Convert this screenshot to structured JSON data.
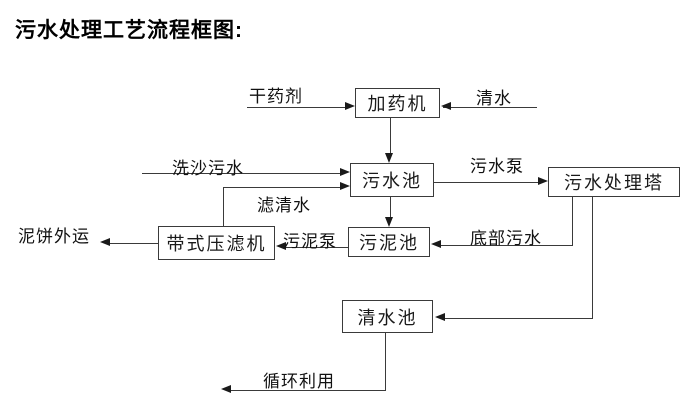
{
  "title": "污水处理工艺流程框图:",
  "colors": {
    "background": "#ffffff",
    "line": "#3a3a3a",
    "text": "#1a1a1a"
  },
  "nodes": [
    {
      "id": "dosing-machine",
      "label": "加药机"
    },
    {
      "id": "sewage-pool",
      "label": "污水池"
    },
    {
      "id": "sewage-treatment-tower",
      "label": "污水处理塔"
    },
    {
      "id": "belt-filter-press",
      "label": "带式压滤机"
    },
    {
      "id": "sludge-pool",
      "label": "污泥池"
    },
    {
      "id": "clean-water-pool",
      "label": "清水池"
    }
  ],
  "edge_labels": [
    {
      "id": "dry-chemical",
      "text": "干药剂"
    },
    {
      "id": "clean-water",
      "text": "清水"
    },
    {
      "id": "sand-washing-sewage",
      "text": "洗沙污水"
    },
    {
      "id": "filtered-water",
      "text": "滤清水"
    },
    {
      "id": "sewage-pump",
      "text": "污水泵"
    },
    {
      "id": "sludge-pump",
      "text": "污泥泵"
    },
    {
      "id": "mud-cake-outbound",
      "text": "泥饼外运"
    },
    {
      "id": "bottom-sewage",
      "text": "底部污水"
    },
    {
      "id": "recycling",
      "text": "循环利用"
    }
  ]
}
